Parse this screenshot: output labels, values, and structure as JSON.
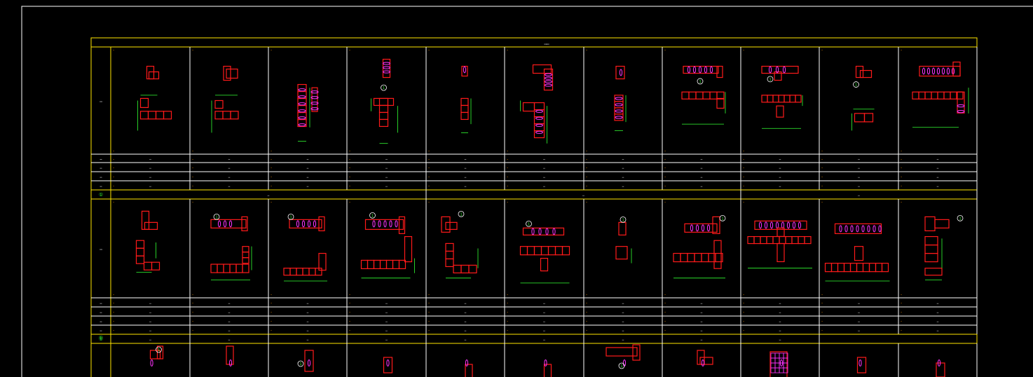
{
  "sheet": {
    "table_title": "……",
    "colors": {
      "background": "#000000",
      "frame": "#ffffff",
      "table_border": "#ffe600",
      "grid": "#ffffff",
      "concrete_outline": "#ff1a1a",
      "stirrup": "#ff33ff",
      "dimension": "#33ff33",
      "annotation": "#ff9900",
      "text": "#ffffff"
    }
  },
  "band1": {
    "section_label": "…",
    "row_labels": [
      "…",
      "…",
      "…",
      "…"
    ],
    "marker_row_symbol": "①",
    "columns": [
      {
        "id": "…",
        "elevation": "…",
        "rebar": "…",
        "stirrup": "…"
      },
      {
        "id": "…",
        "elevation": "…",
        "rebar": "…",
        "stirrup": "…"
      },
      {
        "id": "…",
        "elevation": "…",
        "rebar": "…",
        "stirrup": "…"
      },
      {
        "id": "…",
        "elevation": "…",
        "rebar": "…",
        "stirrup": "…"
      },
      {
        "id": "…",
        "elevation": "…",
        "rebar": "…",
        "stirrup": "…"
      },
      {
        "id": "…",
        "elevation": "…",
        "rebar": "…",
        "stirrup": "…"
      },
      {
        "id": "…",
        "elevation": "…",
        "rebar": "…",
        "stirrup": "…"
      },
      {
        "id": "…",
        "elevation": "…",
        "rebar": "…",
        "stirrup": "…"
      },
      {
        "id": "…",
        "elevation": "…",
        "rebar": "…",
        "stirrup": "…"
      },
      {
        "id": "…",
        "elevation": "…",
        "rebar": "…",
        "stirrup": "…"
      },
      {
        "id": "…",
        "elevation": "…",
        "rebar": "…",
        "stirrup": "…"
      }
    ],
    "marker_row_groups": [
      "…",
      "…",
      "…"
    ]
  },
  "band2": {
    "section_label": "…",
    "row_labels": [
      "…",
      "…",
      "…",
      "…"
    ],
    "marker_row_symbol": "①",
    "columns": [
      {
        "id": "…",
        "elevation": "…",
        "rebar": "…",
        "stirrup": "…"
      },
      {
        "id": "…",
        "elevation": "…",
        "rebar": "…",
        "stirrup": "…"
      },
      {
        "id": "…",
        "elevation": "…",
        "rebar": "…",
        "stirrup": "…"
      },
      {
        "id": "…",
        "elevation": "…",
        "rebar": "…",
        "stirrup": "…"
      },
      {
        "id": "…",
        "elevation": "…",
        "rebar": "…",
        "stirrup": "…"
      },
      {
        "id": "…",
        "elevation": "…",
        "rebar": "…",
        "stirrup": "…"
      },
      {
        "id": "…",
        "elevation": "…",
        "rebar": "…",
        "stirrup": "…"
      },
      {
        "id": "…",
        "elevation": "…",
        "rebar": "…",
        "stirrup": "…"
      },
      {
        "id": "…",
        "elevation": "…",
        "rebar": "…",
        "stirrup": "…"
      },
      {
        "id": "…",
        "elevation": "…",
        "rebar": "…",
        "stirrup": "…"
      },
      {
        "id": "…",
        "elevation": "…",
        "rebar": "…",
        "stirrup": "…"
      }
    ],
    "marker_row_values": [
      "…",
      "…",
      "…",
      "…",
      "…",
      "…",
      "…",
      "…",
      "…"
    ]
  },
  "band3": {
    "marker_symbol": "①"
  },
  "dimension_text": {
    "placeholder": "…"
  }
}
